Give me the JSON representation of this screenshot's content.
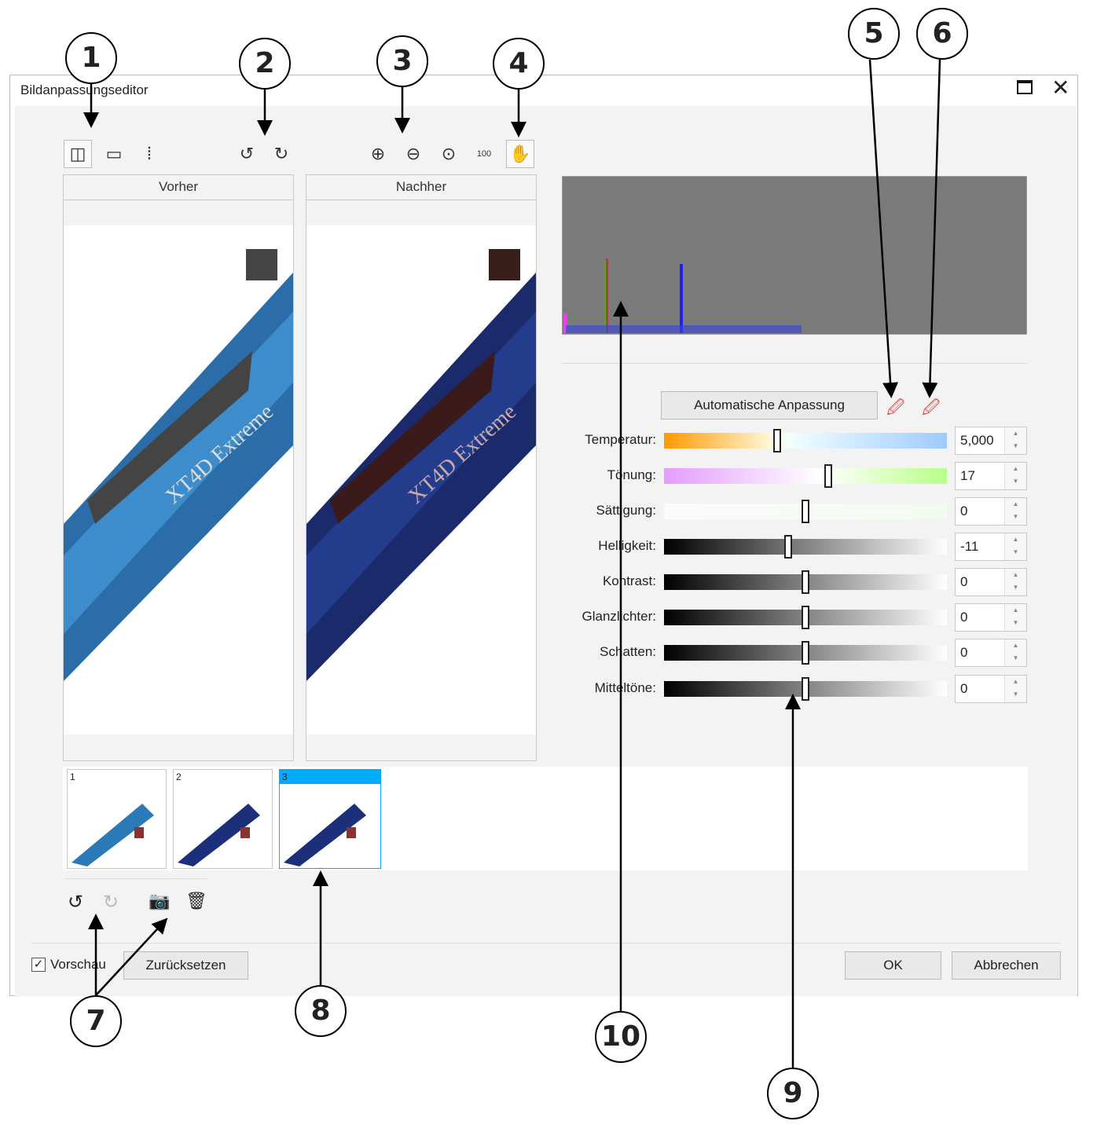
{
  "window": {
    "title": "Bildanpassungseditor",
    "maximize_icon": "maximize-icon",
    "close_icon": "close-icon"
  },
  "toolbar": {
    "view_icons": [
      "split-view-icon",
      "single-view-icon",
      "split-line-view-icon"
    ],
    "rotate_icons": [
      "rotate-left-icon",
      "rotate-right-icon"
    ],
    "zoom_icons": [
      "zoom-in-icon",
      "zoom-out-icon",
      "zoom-fit-icon",
      "zoom-100-icon"
    ],
    "pan_icon": "hand-icon"
  },
  "preview": {
    "before_label": "Vorher",
    "after_label": "Nachher",
    "image_text": "XT4D Extreme"
  },
  "auto_adjust_label": "Automatische Anpassung",
  "sliders": [
    {
      "label": "Temperatur:",
      "value": "5,000",
      "position": 0.4
    },
    {
      "label": "Tönung:",
      "value": "17",
      "position": 0.58
    },
    {
      "label": "Sättigung:",
      "value": "0",
      "position": 0.5
    },
    {
      "label": "Helligkeit:",
      "value": "-11",
      "position": 0.44
    },
    {
      "label": "Kontrast:",
      "value": "0",
      "position": 0.5
    },
    {
      "label": "Glanzlichter:",
      "value": "0",
      "position": 0.5
    },
    {
      "label": "Schatten:",
      "value": "0",
      "position": 0.5
    },
    {
      "label": "Mitteltöne:",
      "value": "0",
      "position": 0.5
    }
  ],
  "snapshots": [
    {
      "number": "1"
    },
    {
      "number": "2"
    },
    {
      "number": "3",
      "selected": true
    }
  ],
  "footer": {
    "preview_label": "Vorschau",
    "preview_checked": true,
    "reset_label": "Zurücksetzen",
    "ok_label": "OK",
    "cancel_label": "Abbrechen"
  },
  "callouts": [
    "1",
    "2",
    "3",
    "4",
    "5",
    "6",
    "7",
    "8",
    "9",
    "10"
  ],
  "colors": {
    "selected": "#00aaff",
    "histogram_bg": "#7a7a7a"
  }
}
